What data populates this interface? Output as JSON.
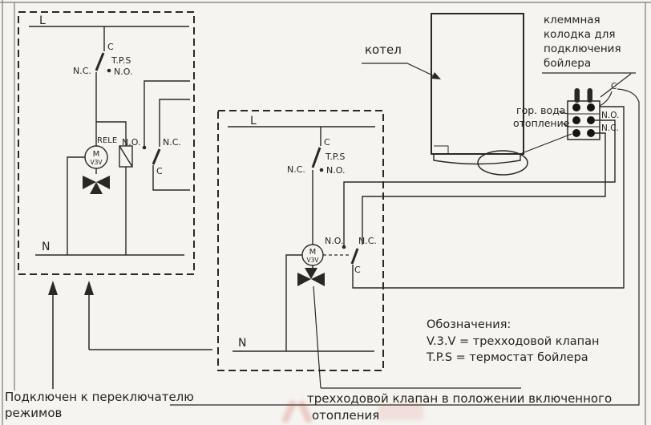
{
  "colors": {
    "ink": "#2a2823",
    "paper": "#f5f4f0",
    "watermark": "#c93e3a"
  },
  "left_circuit": {
    "line_live": "L",
    "line_neutral": "N",
    "tps_common": "C",
    "tps_label": "T.P.S",
    "tps_nc": "N.C.",
    "tps_no": "N.O.",
    "relay_label": "RELE",
    "motor_letter": "M",
    "motor_code": "V3V",
    "aux_no": "N.O.",
    "aux_nc": "N.C.",
    "aux_common": "C"
  },
  "middle_circuit": {
    "line_live": "L",
    "line_neutral": "N",
    "tps_common": "C",
    "tps_label": "T.P.S",
    "tps_nc": "N.C.",
    "tps_no": "N.O.",
    "motor_letter": "M",
    "motor_code": "V3V",
    "aux_no": "N.O.",
    "aux_nc": "N.C.",
    "aux_common": "C"
  },
  "boiler": {
    "label": "котел"
  },
  "terminal_block": {
    "note": "клеммная колодка для подключения бойлера",
    "row_hot_water": "гор. вода",
    "row_heating": "отопление",
    "pin_c": "C",
    "pin_no": "N.O.",
    "pin_nc": "N.C."
  },
  "legend": {
    "title": "Обозначения:",
    "v3v": "V.3.V = трехходовой клапан",
    "tps": "T.P.S = термостат бойлера"
  },
  "captions": {
    "mode_switch_line1": "Подключен к переключателю",
    "mode_switch_line2": "режимов",
    "valve_line1": "трехходовой клапан в положении включенного",
    "valve_line2": "отопления"
  }
}
